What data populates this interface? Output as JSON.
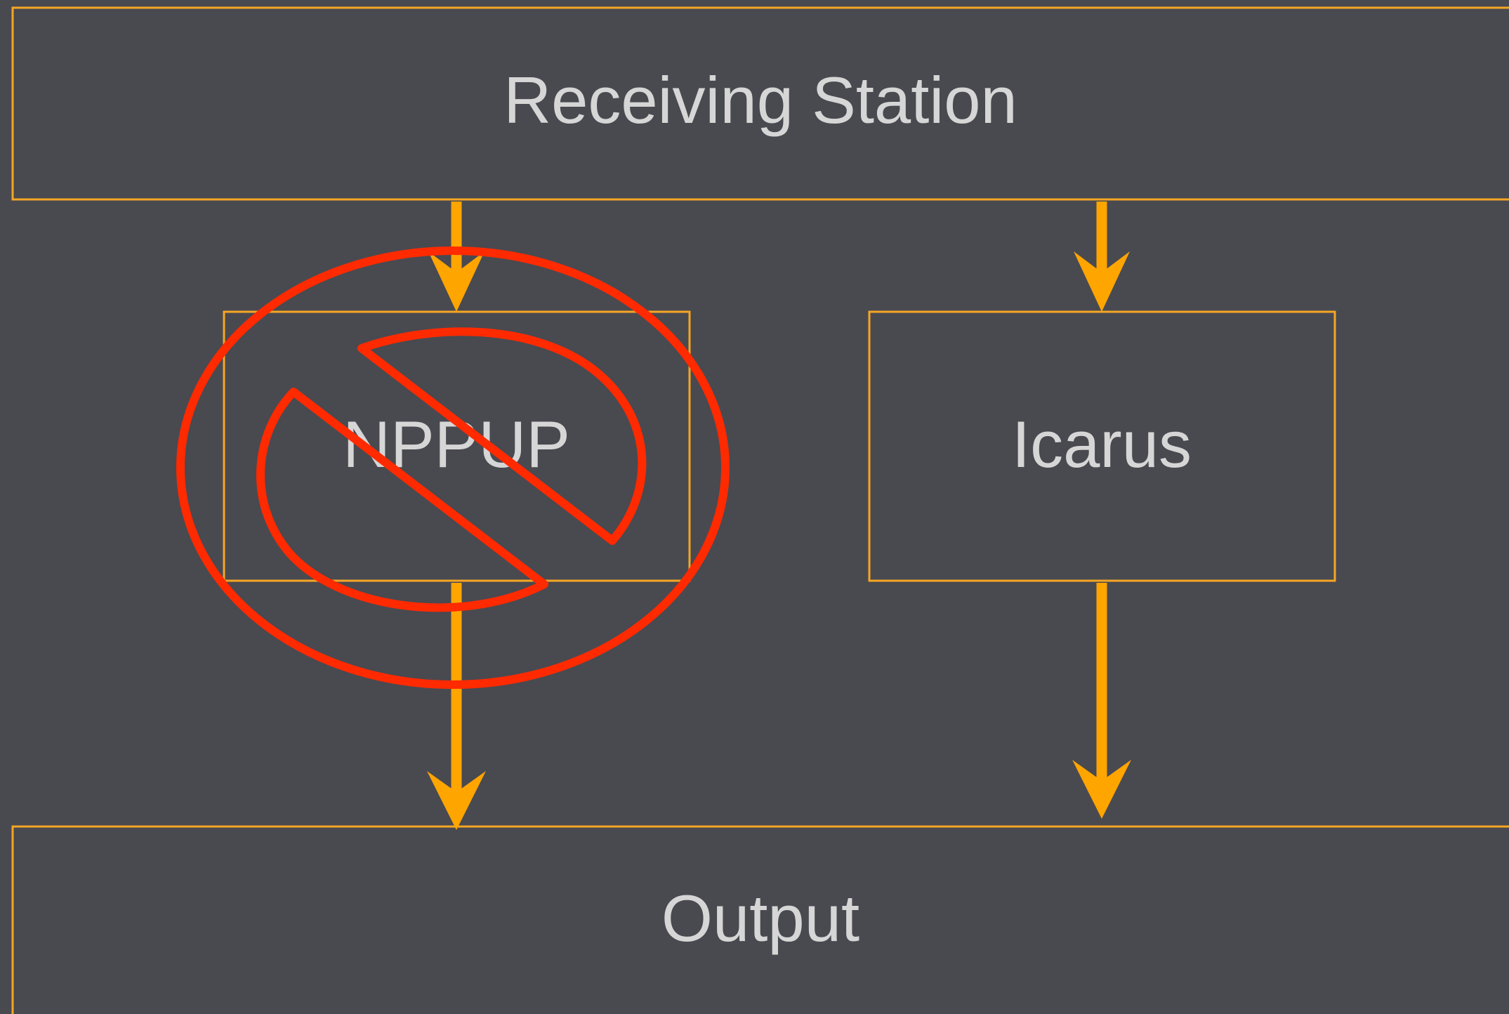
{
  "diagram": {
    "nodes": {
      "receiving_station": {
        "label": "Receiving Station"
      },
      "nppup": {
        "label": "NPPUP",
        "status": "prohibited"
      },
      "icarus": {
        "label": "Icarus"
      },
      "output": {
        "label": "Output"
      }
    },
    "edges": [
      {
        "from": "receiving_station",
        "to": "nppup"
      },
      {
        "from": "receiving_station",
        "to": "icarus"
      },
      {
        "from": "nppup",
        "to": "output"
      },
      {
        "from": "icarus",
        "to": "output"
      }
    ],
    "colors": {
      "background": "#494950",
      "box_border": "#f5a623",
      "arrow": "#ffa500",
      "label": "#d6d6d6",
      "prohibition": "#ff2a00"
    },
    "icons": {
      "prohibition": "prohibition-icon"
    }
  }
}
